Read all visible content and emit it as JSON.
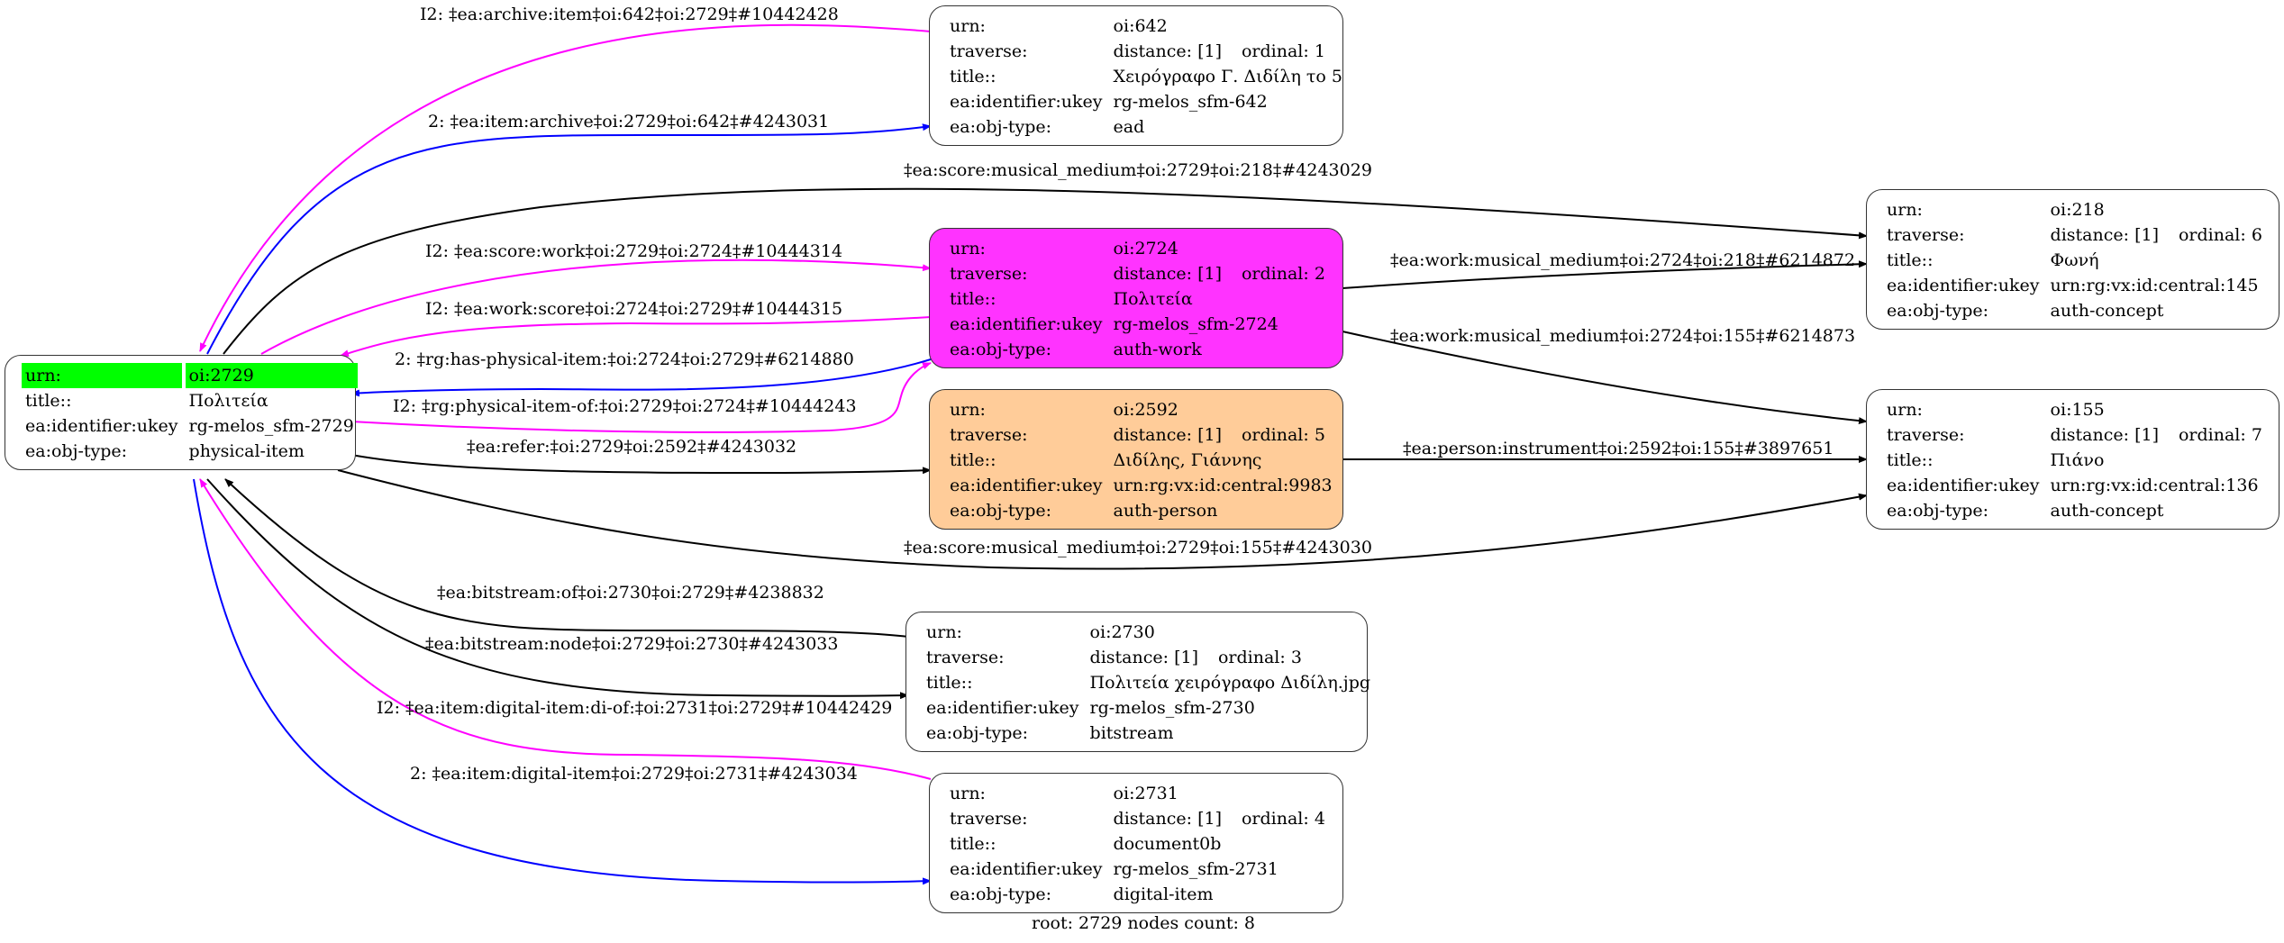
{
  "graph": {
    "footer": "root: 2729 nodes count: 8",
    "colors": {
      "root_highlight": "#00ff00",
      "work_fill": "#ff33ff",
      "person_fill": "#ffcc99",
      "edge_magenta": "#ff00ff",
      "edge_blue": "#0000ff",
      "edge_black": "#000000"
    },
    "keys": {
      "urn": "urn:",
      "traverse": "traverse:",
      "title": "title::",
      "ukey": "ea:identifier:ukey",
      "type": "ea:obj-type:"
    },
    "nodes": {
      "n2729": {
        "urn": "oi:2729",
        "title": "Πολιτεία",
        "ukey": "rg-melos_sfm-2729",
        "type": "physical-item"
      },
      "n642": {
        "urn": "oi:642",
        "distance": "distance: [1]",
        "ordinal": "ordinal: 1",
        "title": "Χειρόγραφο Γ. Διδίλη το 5",
        "ukey": "rg-melos_sfm-642",
        "type": "ead"
      },
      "n2724": {
        "urn": "oi:2724",
        "distance": "distance: [1]",
        "ordinal": "ordinal: 2",
        "title": "Πολιτεία",
        "ukey": "rg-melos_sfm-2724",
        "type": "auth-work"
      },
      "n2592": {
        "urn": "oi:2592",
        "distance": "distance: [1]",
        "ordinal": "ordinal: 5",
        "title": "Διδίλης, Γιάννης",
        "ukey": "urn:rg:vx:id:central:9983",
        "type": "auth-person"
      },
      "n2730": {
        "urn": "oi:2730",
        "distance": "distance: [1]",
        "ordinal": "ordinal: 3",
        "title": "Πολιτεία χειρόγραφο Διδίλη.jpg",
        "ukey": "rg-melos_sfm-2730",
        "type": "bitstream"
      },
      "n2731": {
        "urn": "oi:2731",
        "distance": "distance: [1]",
        "ordinal": "ordinal: 4",
        "title": "document0b",
        "ukey": "rg-melos_sfm-2731",
        "type": "digital-item"
      },
      "n218": {
        "urn": "oi:218",
        "distance": "distance: [1]",
        "ordinal": "ordinal: 6",
        "title": "Φωνή",
        "ukey": "urn:rg:vx:id:central:145",
        "type": "auth-concept"
      },
      "n155": {
        "urn": "oi:155",
        "distance": "distance: [1]",
        "ordinal": "ordinal: 7",
        "title": "Πιάνο",
        "ukey": "urn:rg:vx:id:central:136",
        "type": "auth-concept"
      }
    },
    "edges": [
      {
        "label": "I2: ‡ea:archive:item‡oi:642‡oi:2729‡#10442428",
        "color": "#ff00ff",
        "from": "oi:642",
        "to": "oi:2729"
      },
      {
        "label": "2: ‡ea:item:archive‡oi:2729‡oi:642‡#4243031",
        "color": "#0000ff",
        "from": "oi:2729",
        "to": "oi:642"
      },
      {
        "label": "‡ea:score:musical_medium‡oi:2729‡oi:218‡#4243029",
        "color": "#000000",
        "from": "oi:2729",
        "to": "oi:218"
      },
      {
        "label": "I2: ‡ea:score:work‡oi:2729‡oi:2724‡#10444314",
        "color": "#ff00ff",
        "from": "oi:2729",
        "to": "oi:2724"
      },
      {
        "label": "I2: ‡ea:work:score‡oi:2724‡oi:2729‡#10444315",
        "color": "#ff00ff",
        "from": "oi:2724",
        "to": "oi:2729"
      },
      {
        "label": "2: ‡rg:has-physical-item:‡oi:2724‡oi:2729‡#6214880",
        "color": "#0000ff",
        "from": "oi:2724",
        "to": "oi:2729"
      },
      {
        "label": "I2: ‡rg:physical-item-of:‡oi:2729‡oi:2724‡#10444243",
        "color": "#ff00ff",
        "from": "oi:2729",
        "to": "oi:2724"
      },
      {
        "label": "‡ea:refer:‡oi:2729‡oi:2592‡#4243032",
        "color": "#000000",
        "from": "oi:2729",
        "to": "oi:2592"
      },
      {
        "label": "‡ea:work:musical_medium‡oi:2724‡oi:218‡#6214872",
        "color": "#000000",
        "from": "oi:2724",
        "to": "oi:218"
      },
      {
        "label": "‡ea:work:musical_medium‡oi:2724‡oi:155‡#6214873",
        "color": "#000000",
        "from": "oi:2724",
        "to": "oi:155"
      },
      {
        "label": "‡ea:person:instrument‡oi:2592‡oi:155‡#3897651",
        "color": "#000000",
        "from": "oi:2592",
        "to": "oi:155"
      },
      {
        "label": "‡ea:score:musical_medium‡oi:2729‡oi:155‡#4243030",
        "color": "#000000",
        "from": "oi:2729",
        "to": "oi:155"
      },
      {
        "label": "‡ea:bitstream:of‡oi:2730‡oi:2729‡#4238832",
        "color": "#000000",
        "from": "oi:2730",
        "to": "oi:2729"
      },
      {
        "label": "‡ea:bitstream:node‡oi:2729‡oi:2730‡#4243033",
        "color": "#000000",
        "from": "oi:2729",
        "to": "oi:2730"
      },
      {
        "label": "I2: ‡ea:item:digital-item:di-of:‡oi:2731‡oi:2729‡#10442429",
        "color": "#ff00ff",
        "from": "oi:2731",
        "to": "oi:2729"
      },
      {
        "label": "2: ‡ea:item:digital-item‡oi:2729‡oi:2731‡#4243034",
        "color": "#0000ff",
        "from": "oi:2729",
        "to": "oi:2731"
      }
    ]
  }
}
